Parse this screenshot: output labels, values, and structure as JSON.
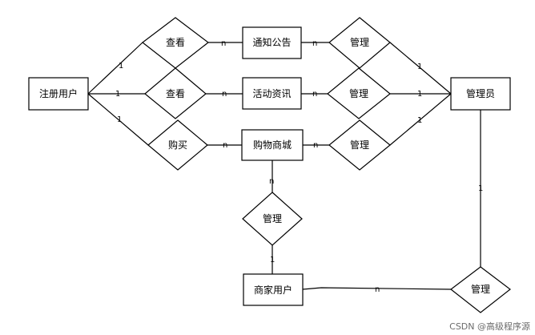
{
  "entities": {
    "registered_user": "注册用户",
    "notice": "通知公告",
    "activity_news": "活动资讯",
    "shopping_mall": "购物商城",
    "admin": "管理员",
    "merchant_user": "商家用户"
  },
  "relations": {
    "view_notice": "查看",
    "view_activity": "查看",
    "buy": "购买",
    "manage_notice": "管理",
    "manage_activity": "管理",
    "manage_mall": "管理",
    "manage_mall_merchant": "管理",
    "manage_merchant": "管理"
  },
  "cardinalities": {
    "c1": "1",
    "c2": "n",
    "c3": "1",
    "c4": "n",
    "c5": "1",
    "c6": "n",
    "c7": "n",
    "c8": "1",
    "c9": "n",
    "c10": "1",
    "c11": "n",
    "c12": "1",
    "c13": "n",
    "c14": "1",
    "c15": "1",
    "c16": "n"
  },
  "watermark": "CSDN @高级程序源"
}
